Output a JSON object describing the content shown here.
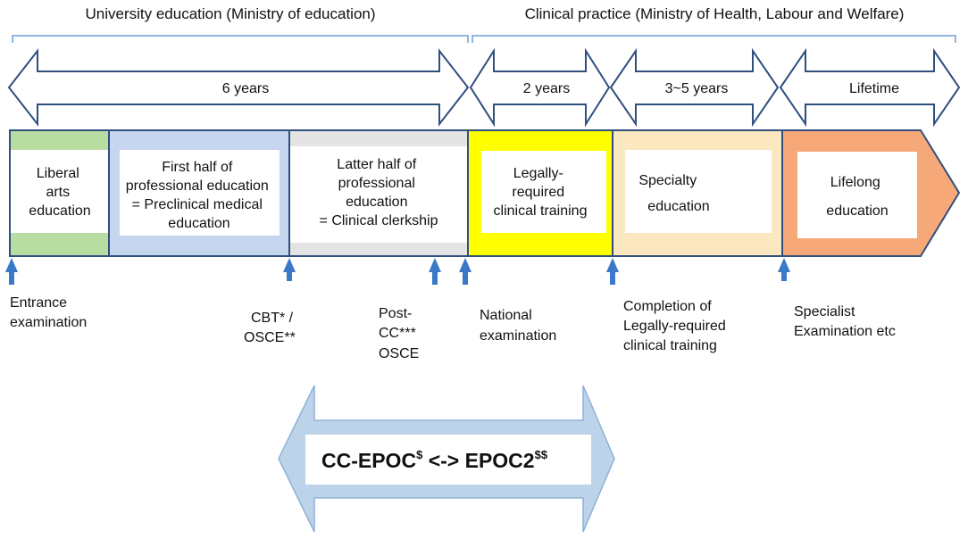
{
  "headers": {
    "university": "University education (Ministry of education)",
    "clinical": "Clinical practice (Ministry of Health, Labour and Welfare)"
  },
  "durations": {
    "six_years": "6 years",
    "two_years": "2 years",
    "three_five_years": "3~5 years",
    "lifetime": "Lifetime"
  },
  "stages": {
    "liberal_arts": [
      "Liberal",
      "arts",
      "education"
    ],
    "first_half": [
      "First half of",
      "professional education",
      "= Preclinical medical",
      "education"
    ],
    "latter_half": [
      "Latter half of",
      "professional",
      "education",
      "= Clinical clerkship"
    ],
    "legally_required": [
      "Legally-",
      "required",
      "clinical training"
    ],
    "specialty": [
      "Specialty",
      "education"
    ],
    "lifelong": [
      "Lifelong",
      "education"
    ]
  },
  "milestones": {
    "entrance": [
      "Entrance",
      "examination"
    ],
    "cbt_osce": [
      "CBT* /",
      "OSCE**"
    ],
    "post_cc": [
      "Post-",
      "CC***",
      "OSCE"
    ],
    "national": [
      "National",
      "examination"
    ],
    "completion": [
      "Completion of",
      "Legally-required",
      "clinical training"
    ],
    "specialist": [
      "Specialist",
      "Examination etc"
    ]
  },
  "bottom_arrow": {
    "left": "CC-EPOC",
    "left_sup": "$",
    "connector": "<->",
    "right": "EPOC2",
    "right_sup": "$$"
  },
  "colors": {
    "outline": "#2f4f7f",
    "bracket": "#6b9fd4",
    "marker": "#3a78c8",
    "liberal_band": "#b9dca2",
    "first_band": "#c5d6ee",
    "latter_band": "#e4e4e4",
    "legal_fill": "#ffff00",
    "specialty_band": "#fbe7c0",
    "lifelong_fill": "#f7a878",
    "bottom_arrow_fill": "#bcd3ea"
  }
}
